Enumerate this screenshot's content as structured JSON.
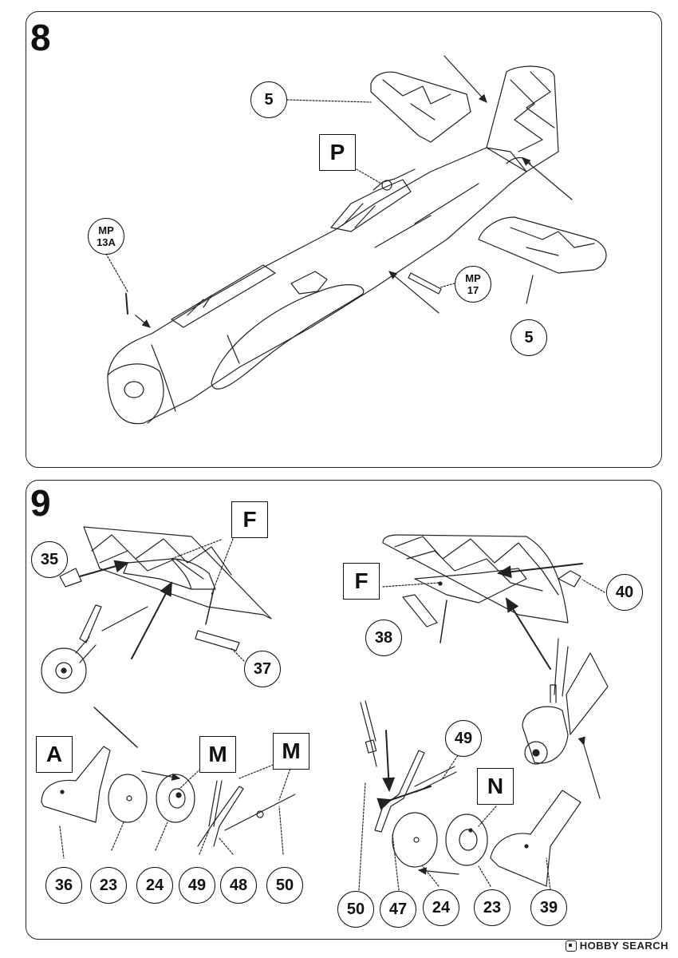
{
  "steps": [
    {
      "number": "8",
      "callouts": [
        {
          "id": "s8-c5-top",
          "text": "5"
        },
        {
          "id": "s8-mp13a",
          "text": "MP\n13A"
        },
        {
          "id": "s8-mp17",
          "text": "MP\n17"
        },
        {
          "id": "s8-c5-bottom",
          "text": "5"
        }
      ],
      "box_labels": [
        {
          "id": "s8-p",
          "text": "P"
        }
      ]
    },
    {
      "number": "9",
      "callouts": [
        {
          "id": "s9-35",
          "text": "35"
        },
        {
          "id": "s9-37",
          "text": "37"
        },
        {
          "id": "s9-38",
          "text": "38"
        },
        {
          "id": "s9-40",
          "text": "40"
        },
        {
          "id": "s9-49-right",
          "text": "49"
        },
        {
          "id": "s9-36",
          "text": "36"
        },
        {
          "id": "s9-23-left",
          "text": "23"
        },
        {
          "id": "s9-24-left",
          "text": "24"
        },
        {
          "id": "s9-49-left",
          "text": "49"
        },
        {
          "id": "s9-48",
          "text": "48"
        },
        {
          "id": "s9-50-left",
          "text": "50"
        },
        {
          "id": "s9-50-right",
          "text": "50"
        },
        {
          "id": "s9-47",
          "text": "47"
        },
        {
          "id": "s9-24-right",
          "text": "24"
        },
        {
          "id": "s9-23-right",
          "text": "23"
        },
        {
          "id": "s9-39",
          "text": "39"
        }
      ],
      "box_labels": [
        {
          "id": "s9-f-left",
          "text": "F"
        },
        {
          "id": "s9-f-right",
          "text": "F"
        },
        {
          "id": "s9-a",
          "text": "A"
        },
        {
          "id": "s9-m1",
          "text": "M"
        },
        {
          "id": "s9-m2",
          "text": "M"
        },
        {
          "id": "s9-n",
          "text": "N"
        }
      ]
    }
  ],
  "watermark": "HOBBY SEARCH",
  "colors": {
    "line": "#222222",
    "background": "#ffffff"
  }
}
